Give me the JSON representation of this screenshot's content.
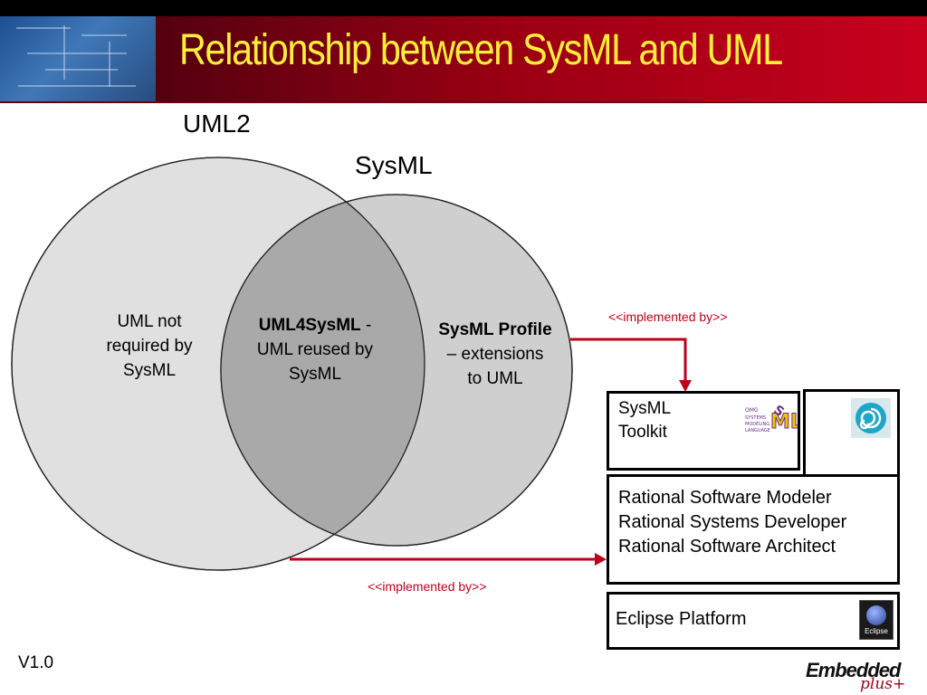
{
  "header": {
    "title": "Relationship between SysML and UML"
  },
  "venn": {
    "uml_label": "UML2",
    "sysml_label": "SysML",
    "left_region": [
      "UML not",
      "required by",
      "SysML"
    ],
    "middle_region": {
      "bold": "UML4SysML",
      "rest1": " -",
      "line2": "UML reused by",
      "line3": "SysML"
    },
    "right_region": {
      "bold": "SysML Profile",
      "line2": "– extensions",
      "line3": "to UML"
    }
  },
  "relations": {
    "top_implemented": "<<implemented by>>",
    "bottom_implemented": "<<implemented by>>"
  },
  "boxes": {
    "toolkit": {
      "line1": "SysML",
      "line2": "Toolkit",
      "badge_text": "SYSTEMS MODELING LANGUAGE"
    },
    "rational": [
      "Rational Software Modeler",
      "Rational Systems Developer",
      "Rational Software Architect"
    ],
    "eclipse": {
      "label": "Eclipse Platform",
      "icon_caption": "Eclipse"
    }
  },
  "footer": {
    "version": "V1.0",
    "logo_main": "Embedded",
    "logo_sub": "plus+"
  },
  "colors": {
    "accent_red": "#c0001a",
    "title_yellow": "#ffef3a",
    "uml_fill": "#e0e0e0",
    "sysml_fill": "#cfcfcf",
    "overlap_fill": "#a9a9a9"
  }
}
